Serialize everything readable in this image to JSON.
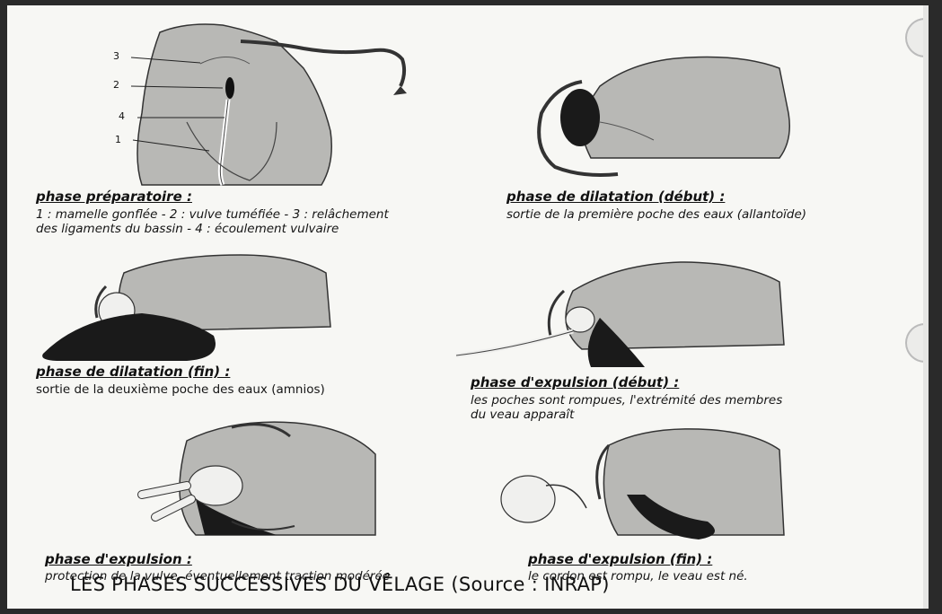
{
  "panels": {
    "p1": {
      "heading": "phase préparatoire :",
      "desc": [
        "1 : mamelle gonflée - 2 : vulve tuméfiée - 3 : relâchement",
        "des ligaments du bassin - 4 : écoulement vulvaire"
      ],
      "markers": [
        "3",
        "2",
        "4",
        "1"
      ]
    },
    "p2": {
      "heading": "phase de dilatation (début) :",
      "desc": [
        "sortie de la première poche des eaux (allantoïde)"
      ]
    },
    "p3": {
      "heading": "phase de dilatation (fin) :",
      "desc": [
        "sortie de la deuxième poche des eaux (amnios)"
      ]
    },
    "p4": {
      "heading": "phase d'expulsion (début) :",
      "desc": [
        "les poches sont rompues, l'extrémité des membres",
        "du veau apparaît"
      ]
    },
    "p5": {
      "heading": "phase d'expulsion :",
      "desc": [
        "protection de la vulve, éventuellement traction modérée"
      ]
    },
    "p6": {
      "heading": "phase d'expulsion (fin) :",
      "desc": [
        "le cordon est rompu, le veau est né."
      ]
    }
  },
  "caption": "LES PHASES SUCCESSIVES DU VÊLAGE (Source : INRAP)"
}
